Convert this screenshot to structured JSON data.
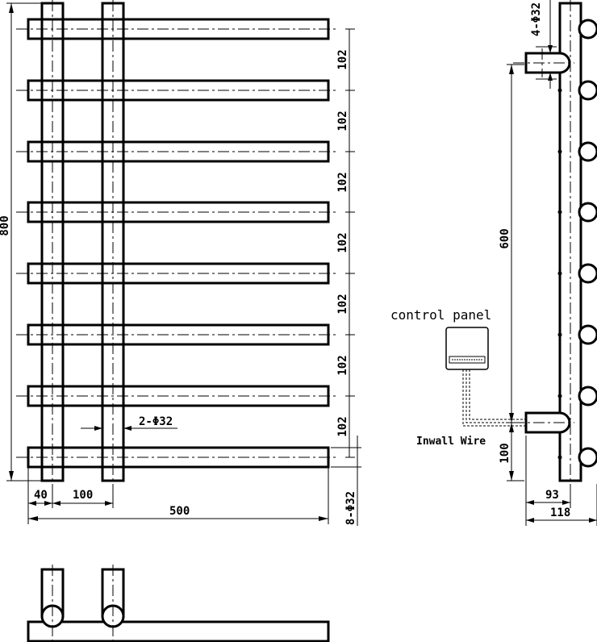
{
  "labels": {
    "control_panel": "control panel",
    "inwall_wire": "Inwall Wire"
  },
  "dimensions": {
    "bar_spacing": [
      "102",
      "102",
      "102",
      "102",
      "102",
      "102",
      "102"
    ],
    "total_height": "800",
    "left_offset": "40",
    "pipe_spacing": "100",
    "total_width": "500",
    "bar_dia": "8-Φ32",
    "pipe_dia": "2-Φ32",
    "side_dia": "4-Φ32",
    "mount_spacing": "600",
    "bottom_mount": "100",
    "depth_inner": "93",
    "depth_outer": "118"
  },
  "colors": {
    "line": "#000000",
    "background": "#ffffff"
  }
}
